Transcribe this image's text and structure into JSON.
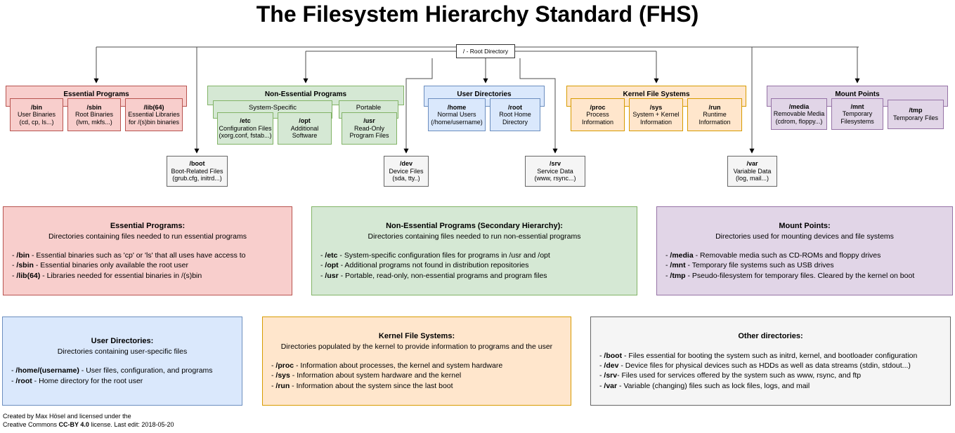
{
  "title": "The Filesystem Hierarchy Standard (FHS)",
  "root_label": "/ - Root Directory",
  "tree": {
    "essential": {
      "header": "Essential Programs",
      "children": {
        "bin": {
          "path": "/bin",
          "l1": "User Binaries",
          "l2": "(cd, cp, ls...)"
        },
        "sbin": {
          "path": "/sbin",
          "l1": "Root Binaries",
          "l2": "(lvm, mkfs...)"
        },
        "lib": {
          "path": "/lib(64)",
          "l1": "Essential Libraries",
          "l2": "for /(s)bin binaries"
        }
      }
    },
    "nonessential": {
      "header": "Non-Essential Programs",
      "sub_system": "System-Specific",
      "sub_portable": "Portable",
      "children": {
        "etc": {
          "path": "/etc",
          "l1": "Configuration Files",
          "l2": "(xorg.conf, fstab...)"
        },
        "opt": {
          "path": "/opt",
          "l1": "Additional Software"
        },
        "usr": {
          "path": "/usr",
          "l1": "Read-Only",
          "l2": "Program Files"
        }
      }
    },
    "user": {
      "header": "User Directories",
      "children": {
        "home": {
          "path": "/home",
          "l1": "Normal Users",
          "l2": "(/home/username)"
        },
        "root": {
          "path": "/root",
          "l1": "Root Home",
          "l2": "Directory"
        }
      }
    },
    "kernel": {
      "header": "Kernel File Systems",
      "children": {
        "proc": {
          "path": "/proc",
          "l1": "Process",
          "l2": "Information"
        },
        "sys": {
          "path": "/sys",
          "l1": "System + Kernel",
          "l2": "Information"
        },
        "run": {
          "path": "/run",
          "l1": "Runtime",
          "l2": "Information"
        }
      }
    },
    "mount": {
      "header": "Mount Points",
      "children": {
        "media": {
          "path": "/media",
          "l1": "Removable Media",
          "l2": "(cdrom, floppy...)"
        },
        "mnt": {
          "path": "/mnt",
          "l1": "Temporary",
          "l2": "Filesystems"
        },
        "tmp": {
          "path": "/tmp",
          "l1": "Temporary Files"
        }
      }
    },
    "standalone": {
      "boot": {
        "path": "/boot",
        "l1": "Boot-Related Files",
        "l2": "(grub.cfg, initrd...)"
      },
      "dev": {
        "path": "/dev",
        "l1": "Device Files",
        "l2": "(sda, tty..)"
      },
      "srv": {
        "path": "/srv",
        "l1": "Service Data",
        "l2": "(www, rsync...)"
      },
      "var": {
        "path": "/var",
        "l1": "Variable Data",
        "l2": "(log, mail...)"
      }
    }
  },
  "legends": {
    "essential": {
      "title": "Essential Programs:",
      "subtitle": "Directories containing files needed to run essential programs",
      "items": [
        {
          "prefix": "- ",
          "bold": "/bin",
          "rest": " - Essential binaries such as 'cp' or 'ls' that all uses have access to"
        },
        {
          "prefix": "- ",
          "bold": "/sbin",
          "rest": " - Essential binaries only available the root user"
        },
        {
          "prefix": "- ",
          "bold": "/lib(64)",
          "rest": " - Libraries needed for essential binaries in /(s)bin"
        }
      ]
    },
    "nonessential": {
      "title": "Non-Essential Programs (Secondary Hierarchy):",
      "subtitle": "Directories containing files needed to run non-essential programs",
      "items": [
        {
          "prefix": "- ",
          "bold": "/etc",
          "rest": " - System-specific configuration files for programs in /usr and /opt"
        },
        {
          "prefix": "- ",
          "bold": "/opt",
          "rest": " - Additional programs not found in distribution repositories"
        },
        {
          "prefix": "- ",
          "bold": "/usr",
          "rest": " - Portable, read-only, non-essential programs and program files"
        }
      ]
    },
    "mount": {
      "title": "Mount Points:",
      "subtitle": "Directories used for mounting devices and file systems",
      "items": [
        {
          "prefix": "- ",
          "bold": "/media",
          "rest": " - Removable media such as CD-ROMs and floppy drives"
        },
        {
          "prefix": "- ",
          "bold": "/mnt",
          "rest": " - Temporary file systems such as USB drives"
        },
        {
          "prefix": "- ",
          "bold": "/tmp",
          "rest": " - Pseudo-filesystem for temporary files. Cleared by the kernel on boot"
        }
      ]
    },
    "user": {
      "title": "User Directories:",
      "subtitle": "Directories containing user-specific files",
      "items": [
        {
          "prefix": "- ",
          "bold": "/home/(username)",
          "rest": " - User files, configuration, and programs"
        },
        {
          "prefix": "- ",
          "bold": "/root",
          "rest": " - Home directory for the root user"
        }
      ]
    },
    "kernel": {
      "title": "Kernel File Systems:",
      "subtitle": "Directories populated by the kernel to provide information to programs and the user",
      "items": [
        {
          "prefix": "- ",
          "bold": "/proc",
          "rest": " - Information about processes, the kernel and system hardware"
        },
        {
          "prefix": "- ",
          "bold": "/sys",
          "rest": " - Information about system hardware and the kernel"
        },
        {
          "prefix": "- ",
          "bold": "/run",
          "rest": " - Information about the system since the last boot"
        }
      ]
    },
    "other": {
      "title": "Other directories:",
      "items": [
        {
          "prefix": "- ",
          "bold": "/boot",
          "rest": " - Files essential for booting the system such as initrd, kernel, and bootloader configuration"
        },
        {
          "prefix": "- ",
          "bold": "/dev",
          "rest": " - Device files for physical devices such as HDDs as well as data streams (stdin, stdout...)"
        },
        {
          "prefix": "- ",
          "bold": "/srv",
          "rest": "- Files used for services offered by the system such as www, rsync, and ftp"
        },
        {
          "prefix": "- ",
          "bold": "/var",
          "rest": " - Variable (changing) files such as lock files, logs, and mail"
        }
      ]
    }
  },
  "footer": {
    "line1": "Created by Max Hösel and licensed under the",
    "line2_pre": "Creative Commons ",
    "line2_bold": "CC-BY 4.0",
    "line2_post": " license. Last edit: 2018-05-20"
  },
  "colors": {
    "red_fill": "#f8cecc",
    "red_stroke": "#b85450",
    "green_fill": "#d5e8d4",
    "green_stroke": "#82b366",
    "blue_fill": "#dae8fc",
    "blue_stroke": "#6c8ebf",
    "orange_fill": "#ffe6cc",
    "orange_stroke": "#d79b00",
    "purple_fill": "#e1d5e7",
    "purple_stroke": "#9673a6",
    "gray_fill": "#f5f5f5",
    "gray_stroke": "#666666",
    "connector": "#4d4d4d",
    "arrowhead": "#000000"
  }
}
